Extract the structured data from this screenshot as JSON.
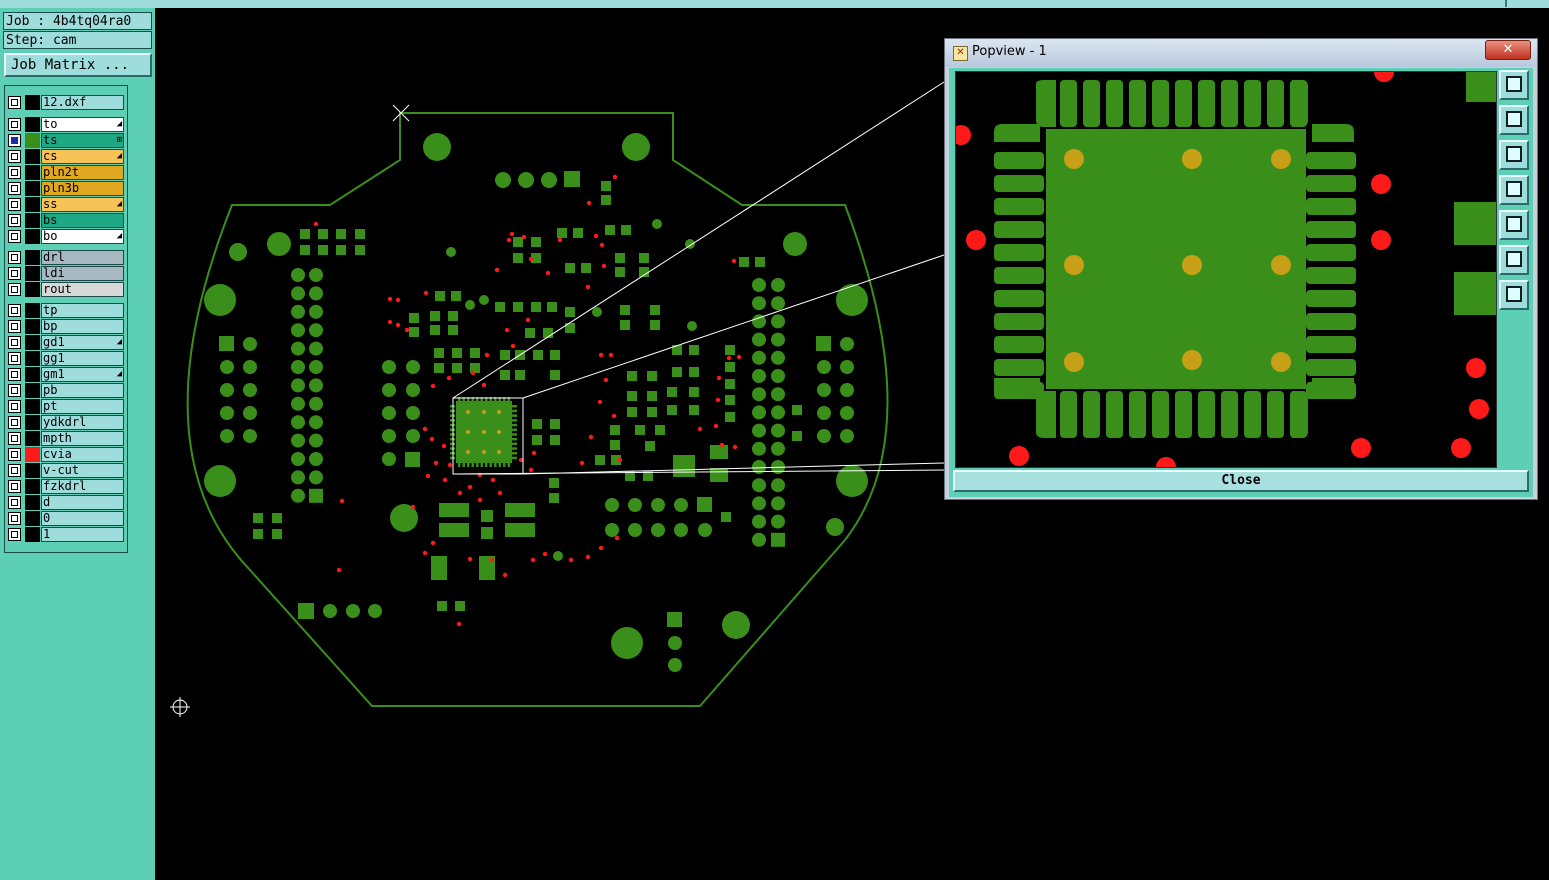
{
  "job": {
    "label": "Job : 4b4tq04ra0",
    "step": "Step: cam",
    "matrix_button": "Job Matrix ..."
  },
  "layers": [
    {
      "name": "12.dxf",
      "color": "#9fdcdc",
      "swatch": "#000000",
      "checked": false,
      "mark": ""
    },
    {
      "name": "to",
      "color": "#ffffff",
      "swatch": "#000000",
      "checked": false,
      "mark": "◢"
    },
    {
      "name": "ts",
      "color": "#1fa884",
      "swatch": "#3a8f1a",
      "checked": true,
      "mark": "⊞"
    },
    {
      "name": "cs",
      "color": "#f7c257",
      "swatch": "#000000",
      "checked": false,
      "mark": "◢"
    },
    {
      "name": "pln2t",
      "color": "#e0a820",
      "swatch": "#000000",
      "checked": false,
      "mark": ""
    },
    {
      "name": "pln3b",
      "color": "#e0a820",
      "swatch": "#000000",
      "checked": false,
      "mark": ""
    },
    {
      "name": "ss",
      "color": "#f7c257",
      "swatch": "#000000",
      "checked": false,
      "mark": "◢"
    },
    {
      "name": "bs",
      "color": "#1fa884",
      "swatch": "#000000",
      "checked": false,
      "mark": ""
    },
    {
      "name": "bo",
      "color": "#ffffff",
      "swatch": "#000000",
      "checked": false,
      "mark": "◢"
    },
    {
      "name": "drl",
      "color": "#a8b8c0",
      "swatch": "#000000",
      "checked": false,
      "mark": ""
    },
    {
      "name": "ldi",
      "color": "#a8b8c0",
      "swatch": "#000000",
      "checked": false,
      "mark": ""
    },
    {
      "name": "rout",
      "color": "#d8d8d8",
      "swatch": "#000000",
      "checked": false,
      "mark": ""
    },
    {
      "name": "tp",
      "color": "#9fdcdc",
      "swatch": "#000000",
      "checked": false,
      "mark": ""
    },
    {
      "name": "bp",
      "color": "#9fdcdc",
      "swatch": "#000000",
      "checked": false,
      "mark": ""
    },
    {
      "name": "gd1",
      "color": "#9fdcdc",
      "swatch": "#000000",
      "checked": false,
      "mark": "◢"
    },
    {
      "name": "gg1",
      "color": "#9fdcdc",
      "swatch": "#000000",
      "checked": false,
      "mark": ""
    },
    {
      "name": "gm1",
      "color": "#9fdcdc",
      "swatch": "#000000",
      "checked": false,
      "mark": "◢"
    },
    {
      "name": "pb",
      "color": "#9fdcdc",
      "swatch": "#000000",
      "checked": false,
      "mark": ""
    },
    {
      "name": "pt",
      "color": "#9fdcdc",
      "swatch": "#000000",
      "checked": false,
      "mark": ""
    },
    {
      "name": "ydkdrl",
      "color": "#9fdcdc",
      "swatch": "#000000",
      "checked": false,
      "mark": ""
    },
    {
      "name": "mpth",
      "color": "#9fdcdc",
      "swatch": "#000000",
      "checked": false,
      "mark": ""
    },
    {
      "name": "cvia",
      "color": "#9fdcdc",
      "swatch": "#ff1a1a",
      "checked": false,
      "mark": ""
    },
    {
      "name": "v-cut",
      "color": "#9fdcdc",
      "swatch": "#000000",
      "checked": false,
      "mark": ""
    },
    {
      "name": "fzkdrl",
      "color": "#9fdcdc",
      "swatch": "#000000",
      "checked": false,
      "mark": ""
    },
    {
      "name": "d",
      "color": "#9fdcdc",
      "swatch": "#000000",
      "checked": false,
      "mark": ""
    },
    {
      "name": "0",
      "color": "#9fdcdc",
      "swatch": "#000000",
      "checked": false,
      "mark": ""
    },
    {
      "name": "1",
      "color": "#9fdcdc",
      "swatch": "#000000",
      "checked": false,
      "mark": ""
    }
  ],
  "popview": {
    "title": "Popview - 1",
    "close_label": "Close",
    "close_x": "✕"
  },
  "tools": [
    "zoom-fit-icon",
    "pan-up-icon",
    "pan-down-icon",
    "pan-left-icon",
    "pan-right-icon",
    "zoom-in-icon",
    "zoom-out-icon"
  ],
  "colors": {
    "pad": "#3a8f1a",
    "via": "#ff1a1a",
    "outline": "#3a8f1a",
    "drill": "#c8a018",
    "panel": "#5ccfb4",
    "button": "#9fdcdc"
  }
}
